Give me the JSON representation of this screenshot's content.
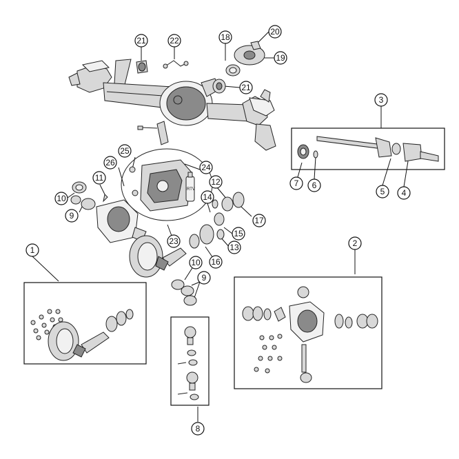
{
  "callouts": {
    "c1": "1",
    "c2": "2",
    "c3": "3",
    "c4": "4",
    "c5": "5",
    "c6": "6",
    "c7": "7",
    "c8": "8",
    "c9a": "9",
    "c9b": "9",
    "c10a": "10",
    "c10b": "10",
    "c11": "11",
    "c12": "12",
    "c13": "13",
    "c14": "14",
    "c15": "15",
    "c16": "16",
    "c17": "17",
    "c18": "18",
    "c19": "19",
    "c20": "20",
    "c21a": "21",
    "c21b": "21",
    "c22": "22",
    "c23": "23",
    "c24": "24",
    "c25": "25",
    "c26": "26"
  },
  "sealant_tube_label": "RTV"
}
